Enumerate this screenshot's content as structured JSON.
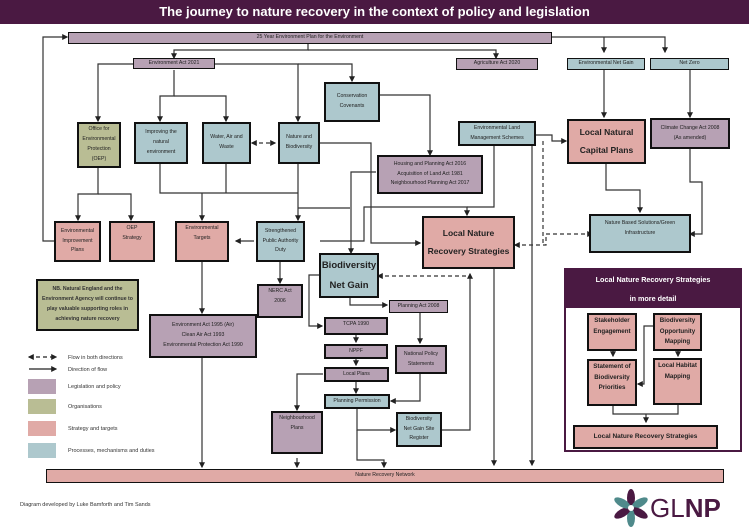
{
  "title": "The journey to nature recovery in the context of policy and legislation",
  "nodes": {
    "env_plan": "25 Year Environment Plan for the Environment",
    "env_act_2021": "Environment Act 2021",
    "agri_act": "Agriculture Act 2020",
    "env_net_gain": "Environmental Net Gain",
    "net_zero": "Net Zero",
    "conservation_covenants": "Conservation\nCovenants",
    "oep": "Office for\nEnvironmental\nProtection\n(OEP)",
    "improving_env": "Improving the\nnatural\nenvironment",
    "water_air_waste": "Water, Air and\nWaste",
    "nature_bio": "Nature and\nBiodiversity",
    "housing_acts": "Housing and Planning Act 2016\nAcquisition of Land Act 1981\nNeighbourhood Planning Act 2017",
    "elms": "Environmental Land\nManagement Schemes",
    "lncp": "Local Natural\nCapital Plans",
    "climate_act": "Climate Change  Act 2008\n(As amended)",
    "nbs": "Nature Based Solutions/Green\nInfrastructure",
    "eip": "Environmental\nImprovement\nPlans",
    "oep_strategy": "OEP\nStrategy",
    "env_targets": "Environmental\nTargets",
    "spad": "Strengthened\nPublic Authority\nDuty",
    "lnrs": "Local Nature\nRecovery Strategies",
    "bng": "Biodiversity\nNet Gain",
    "nerc": "NERC Act\n2006",
    "air_acts": "Environment Act 1995  (Air)\nClean Air Act 1993\nEnvironmental Protection Act 1990",
    "planning_2008": "Planning Act 2008",
    "tcpa": "TCPA 1990",
    "nppf": "NPPF",
    "nps": "National  Policy\nStatements",
    "local_plans": "Local Plans",
    "planning_permission": "Planning Permission",
    "neighbourhood_plans": "Neighbourhood\nPlans",
    "bng_register": "Biodiversity\nNet Gain Site\nRegister",
    "nrn": "Nature Recovery Network"
  },
  "note": "NB. Natural England and the Environment Agency will continue to play valuable supporting roles in achieving nature recovery",
  "detail": {
    "heading": "Local Nature Recovery Strategies\nin more detail",
    "stakeholder": "Stakeholder\nEngagement",
    "bom": "Biodiversity\nOpportunity\nMapping",
    "sobp": "Statement of\nBiodiversity\nPriorities",
    "lhm": "Local Habitat\nMapping",
    "lnrs": "Local Nature Recovery Strategies"
  },
  "legend": {
    "both": "Flow in both directions",
    "direction": "Direction of flow",
    "legislation": "Legislation and policy",
    "organisations": "Organisations",
    "strategy": "Strategy and targets",
    "processes": "Processes, mechanisms and duties"
  },
  "colors": {
    "legislation": "#b7a1b4",
    "organisations": "#b9bd94",
    "strategy": "#e0aaa6",
    "processes": "#adc8cd",
    "banner": "#4a1942"
  },
  "credit": "Diagram developed by Luke Bamforth and Tim Sands",
  "logo": {
    "text_light": "GL",
    "text_bold": "NP"
  }
}
